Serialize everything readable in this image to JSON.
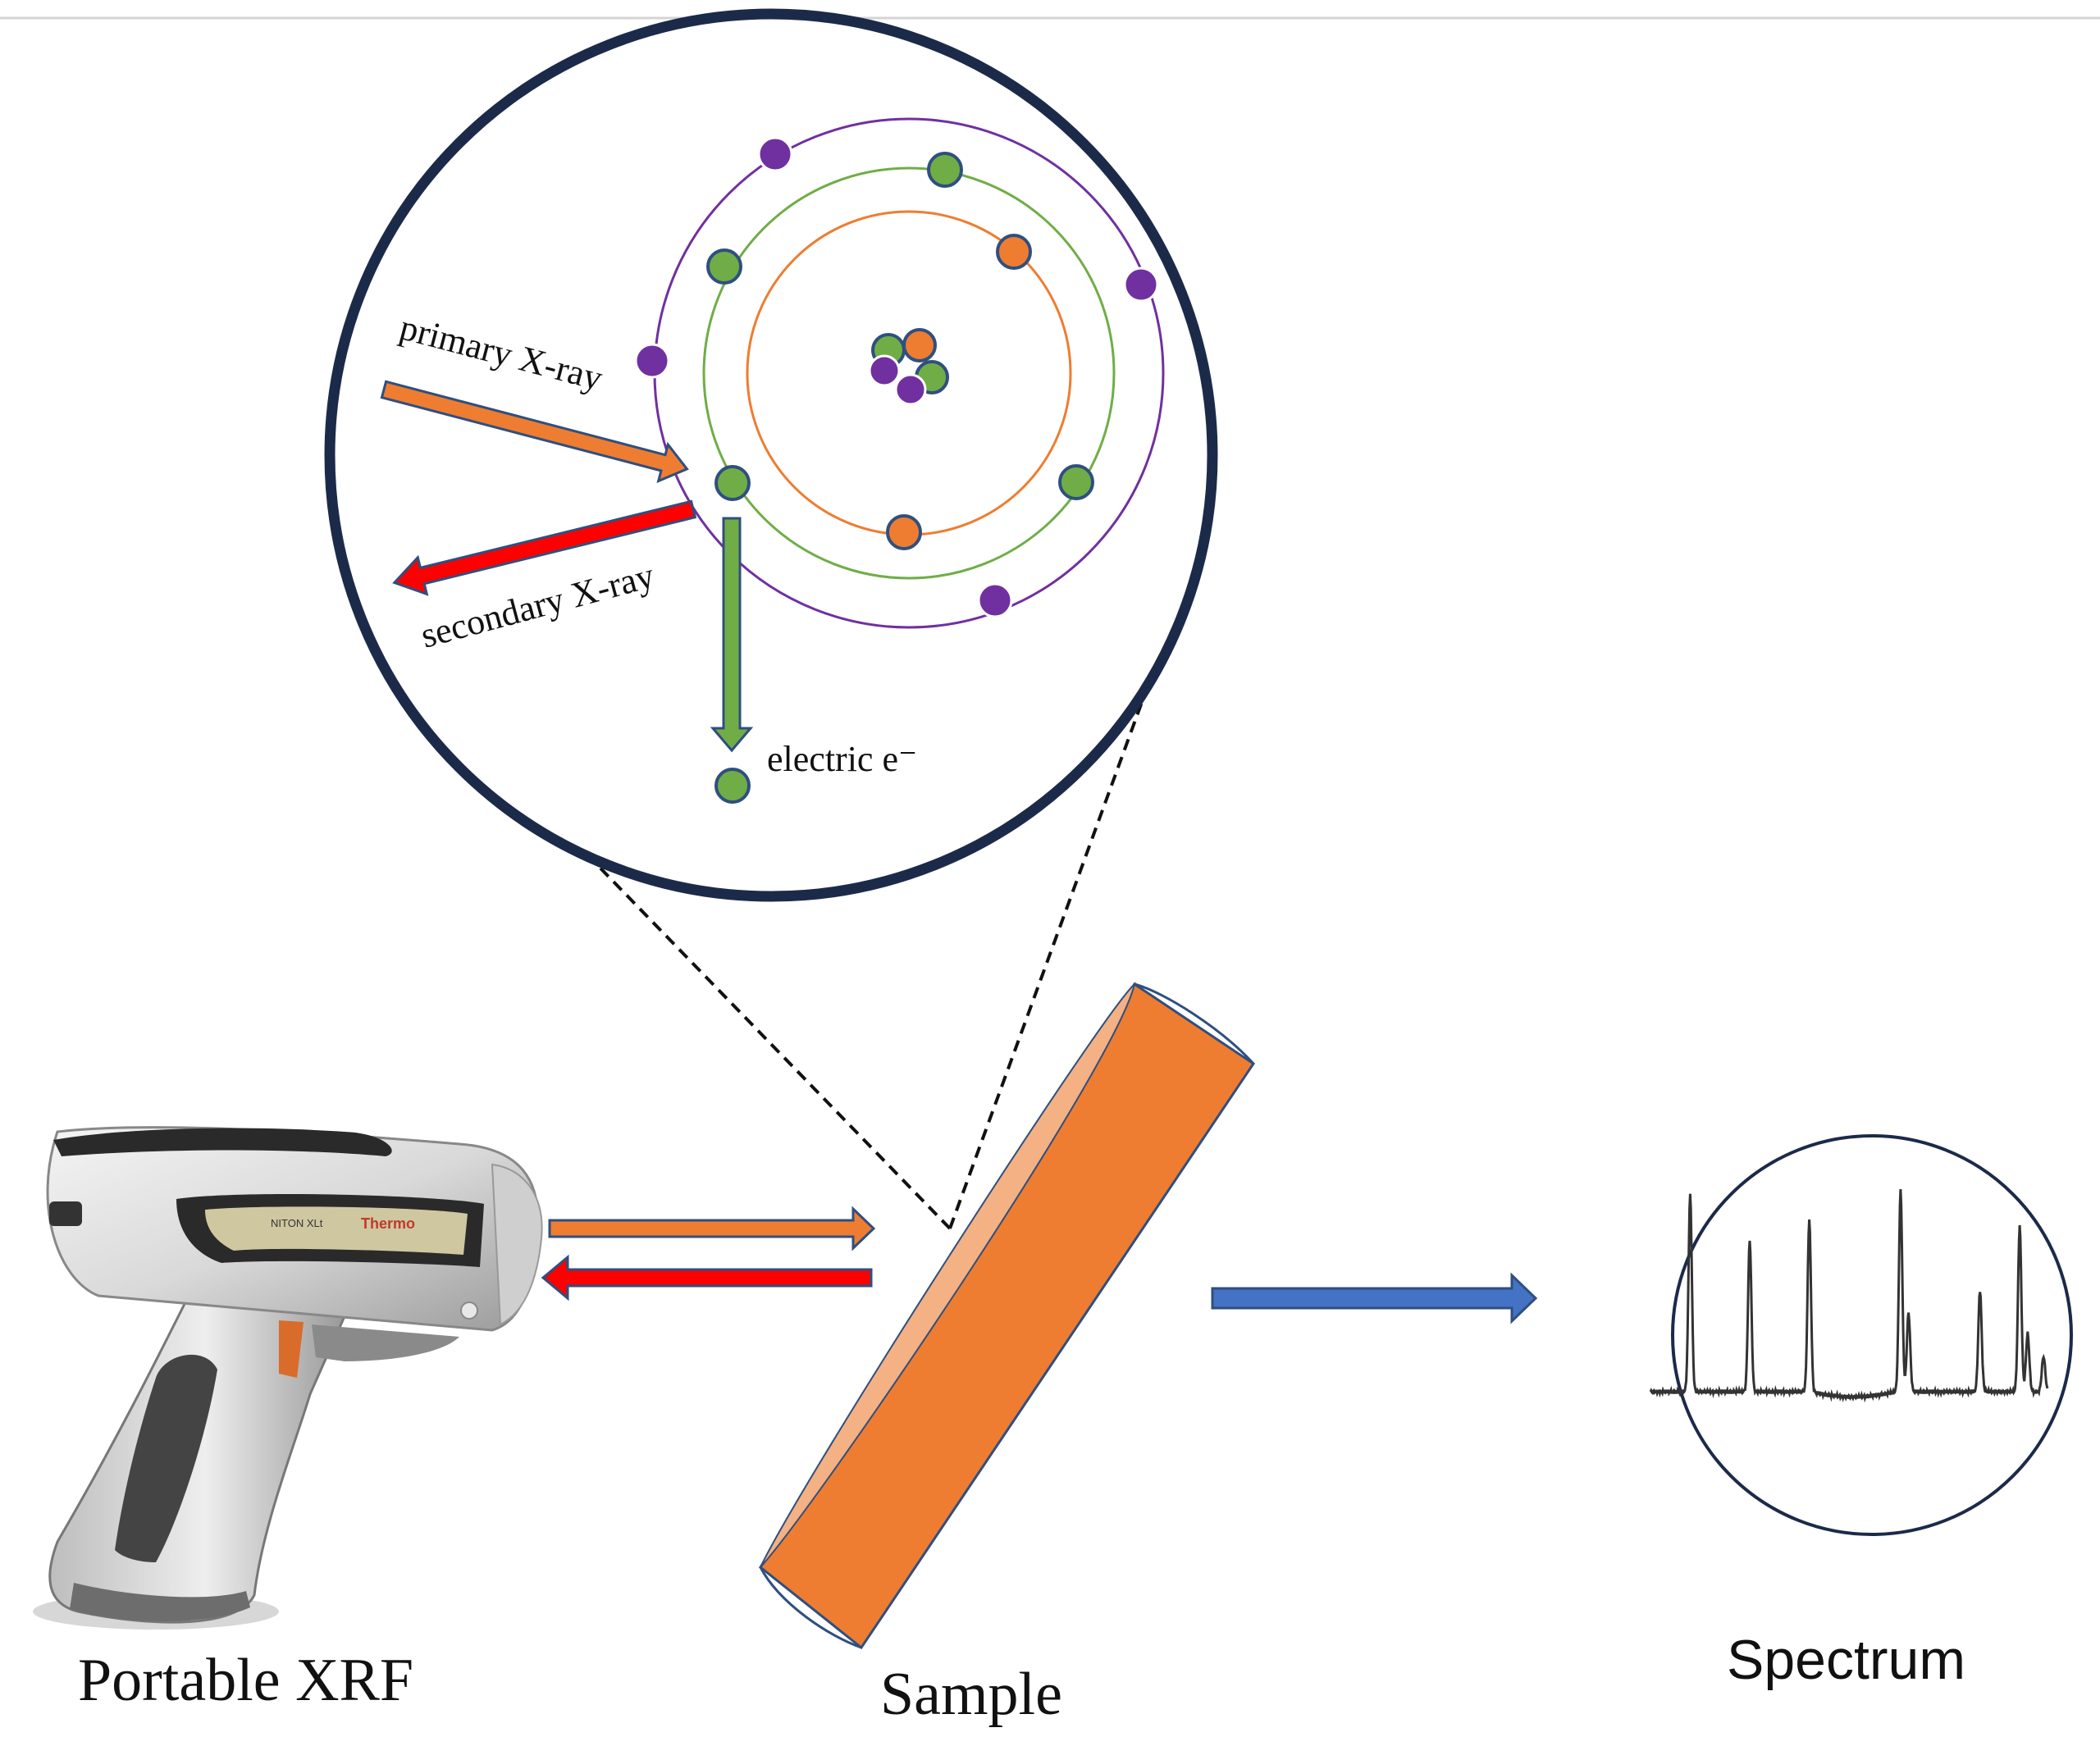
{
  "labels": {
    "portable_xrf": "Portable XRF",
    "sample": "Sample",
    "spectrum": "Spectrum",
    "primary_xray": "primary X-ray",
    "secondary_xray": "secondary X-ray",
    "electric_e": "electric e⁻"
  },
  "device_text": {
    "brand": "Thermo",
    "model": "NITON XLt"
  },
  "colors": {
    "frame": "#1c2a4a",
    "orange": "#ee7d31",
    "red": "#ff0000",
    "green": "#70ad47",
    "purple": "#7030a0",
    "blue": "#4472c4",
    "sample_top": "#f4b183",
    "outline": "#2f4f7f"
  },
  "spectrum_peaks": [
    {
      "pos": 0.1,
      "height": 0.95
    },
    {
      "pos": 0.25,
      "height": 0.73
    },
    {
      "pos": 0.4,
      "height": 0.83
    },
    {
      "pos": 0.63,
      "height": 0.97
    },
    {
      "pos": 0.65,
      "height": 0.38
    },
    {
      "pos": 0.83,
      "height": 0.49
    },
    {
      "pos": 0.93,
      "height": 0.8
    },
    {
      "pos": 0.95,
      "height": 0.28
    },
    {
      "pos": 0.99,
      "height": 0.17
    }
  ]
}
